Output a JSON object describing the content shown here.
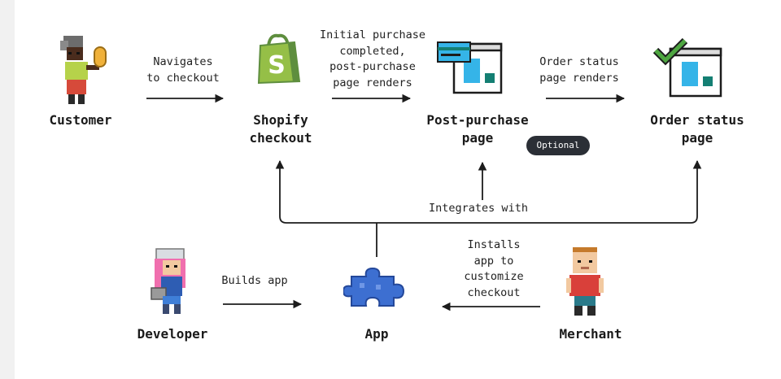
{
  "nodes": {
    "customer": "Customer",
    "checkout": [
      "Shopify",
      "checkout"
    ],
    "post_purchase": [
      "Post-purchase",
      "page"
    ],
    "order_status": [
      "Order status",
      "page"
    ],
    "developer": "Developer",
    "app": "App",
    "merchant": "Merchant"
  },
  "edges": {
    "navigates": "Navigates\nto checkout",
    "initial_purchase": "Initial purchase\ncompleted,\npost-purchase\npage renders",
    "order_status_renders": "Order status\npage renders",
    "integrates_with": "Integrates with",
    "builds_app": "Builds app",
    "installs_app": "Installs\napp to\ncustomize\ncheckout"
  },
  "badge": {
    "optional": "Optional"
  },
  "icons": {
    "customer": "customer-avatar-icon",
    "checkout": "shopify-bag-icon",
    "post_purchase": "post-purchase-page-icon",
    "order_status": "order-status-page-icon",
    "developer": "developer-avatar-icon",
    "app": "puzzle-piece-icon",
    "merchant": "merchant-avatar-icon"
  },
  "colors": {
    "arrow": "#1c1c1c",
    "shopify_green": "#95bf47",
    "check_green": "#4ea641",
    "app_blue": "#3d6fd1",
    "pill_bg": "#2b2f36"
  }
}
